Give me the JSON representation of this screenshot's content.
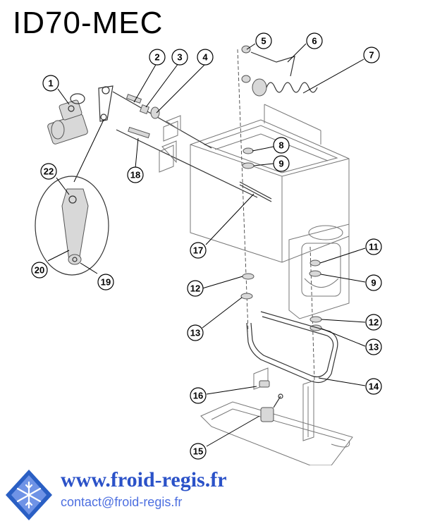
{
  "title": "ID70-MEC",
  "callouts": {
    "c1": "1",
    "c2": "2",
    "c3": "3",
    "c4": "4",
    "c5": "5",
    "c6": "6",
    "c7": "7",
    "c8": "8",
    "c9a": "9",
    "c9b": "9",
    "c11": "11",
    "c12a": "12",
    "c12b": "12",
    "c13a": "13",
    "c13b": "13",
    "c14": "14",
    "c15": "15",
    "c16": "16",
    "c17": "17",
    "c18": "18",
    "c19": "19",
    "c20": "20",
    "c22": "22"
  },
  "footer": {
    "url": "www.froid-regis.fr",
    "email": "contact@froid-regis.fr"
  },
  "colors": {
    "url": "#2b52c8",
    "email": "#4d6fe0",
    "logo_blue": "#2a5fc4"
  }
}
